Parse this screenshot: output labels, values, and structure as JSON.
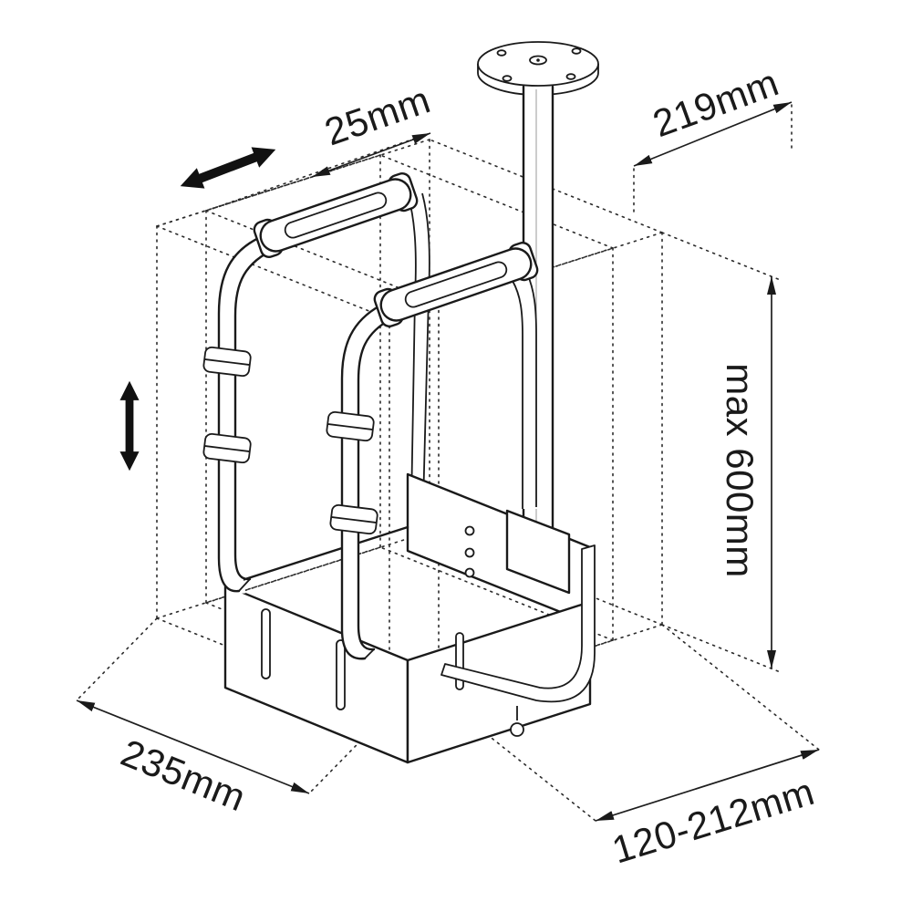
{
  "page": {
    "background": "#ffffff",
    "line_color": "#1a1a1a"
  },
  "dimension_labels": {
    "slide_travel": "25mm",
    "top_depth": "219mm",
    "drop_height": "max 600mm",
    "width": "235mm",
    "depth_range": "120-212mm"
  },
  "icons": {
    "slide_adjust": "double-arrow-diagonal-icon",
    "height_adjust": "double-arrow-vertical-icon"
  }
}
